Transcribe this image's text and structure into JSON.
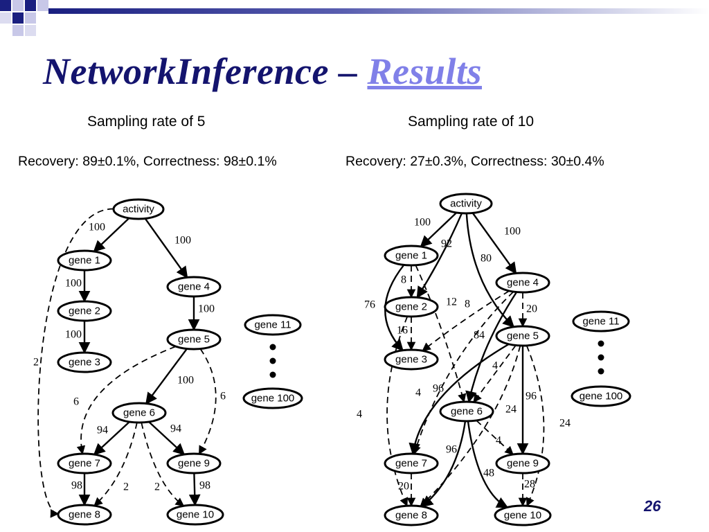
{
  "slide": {
    "title_main": "NetworkInference",
    "title_sep": " – ",
    "title_link": "Results",
    "page_number": "26"
  },
  "left_panel": {
    "subtitle": "Sampling rate of 5",
    "stats": "Recovery: 89±0.1%, Correctness: 98±0.1%",
    "nodes": {
      "activity": "activity",
      "gene1": "gene 1",
      "gene2": "gene 2",
      "gene3": "gene 3",
      "gene4": "gene 4",
      "gene5": "gene 5",
      "gene6": "gene 6",
      "gene7": "gene 7",
      "gene8": "gene 8",
      "gene9": "gene 9",
      "gene10": "gene 10",
      "gene11": "gene 11",
      "gene100": "gene 100"
    },
    "edges": [
      {
        "from": "activity",
        "to": "gene1",
        "label": "100",
        "style": "solid"
      },
      {
        "from": "activity",
        "to": "gene4",
        "label": "100",
        "style": "solid"
      },
      {
        "from": "gene1",
        "to": "gene2",
        "label": "100",
        "style": "solid"
      },
      {
        "from": "gene2",
        "to": "gene3",
        "label": "100",
        "style": "solid"
      },
      {
        "from": "gene4",
        "to": "gene5",
        "label": "100",
        "style": "solid"
      },
      {
        "from": "gene5",
        "to": "gene6",
        "label": "100",
        "style": "solid"
      },
      {
        "from": "gene6",
        "to": "gene7",
        "label": "94",
        "style": "solid"
      },
      {
        "from": "gene6",
        "to": "gene9",
        "label": "94",
        "style": "solid"
      },
      {
        "from": "gene7",
        "to": "gene8",
        "label": "98",
        "style": "solid"
      },
      {
        "from": "gene9",
        "to": "gene10",
        "label": "98",
        "style": "solid"
      },
      {
        "from": "activity",
        "to": "gene8",
        "label": "2",
        "style": "dashed"
      },
      {
        "from": "gene5",
        "to": "gene7",
        "label": "6",
        "style": "dashed"
      },
      {
        "from": "gene5",
        "to": "gene9",
        "label": "6",
        "style": "dashed"
      },
      {
        "from": "gene6",
        "to": "gene8",
        "label": "2",
        "style": "dashed"
      },
      {
        "from": "gene6",
        "to": "gene10",
        "label": "2",
        "style": "dashed"
      }
    ]
  },
  "right_panel": {
    "subtitle": "Sampling rate of 10",
    "stats": "Recovery: 27±0.3%, Correctness: 30±0.4%",
    "nodes": {
      "activity": "activity",
      "gene1": "gene 1",
      "gene2": "gene 2",
      "gene3": "gene 3",
      "gene4": "gene 4",
      "gene5": "gene 5",
      "gene6": "gene 6",
      "gene7": "gene 7",
      "gene8": "gene 8",
      "gene9": "gene 9",
      "gene10": "gene 10",
      "gene11": "gene 11",
      "gene100": "gene 100"
    },
    "edges": [
      {
        "from": "activity",
        "to": "gene1",
        "label": "100",
        "style": "solid"
      },
      {
        "from": "activity",
        "to": "gene2",
        "label": "92",
        "style": "solid"
      },
      {
        "from": "activity",
        "to": "gene5",
        "label": "80",
        "style": "solid"
      },
      {
        "from": "activity",
        "to": "gene4",
        "label": "100",
        "style": "solid"
      },
      {
        "from": "gene1",
        "to": "gene3",
        "label": "76",
        "style": "solid"
      },
      {
        "from": "gene4",
        "to": "gene6",
        "label": "84",
        "style": "solid"
      },
      {
        "from": "gene5",
        "to": "gene7",
        "label": "96",
        "style": "solid"
      },
      {
        "from": "gene5",
        "to": "gene9",
        "label": "96",
        "style": "solid"
      },
      {
        "from": "gene6",
        "to": "gene8",
        "label": "96",
        "style": "solid"
      },
      {
        "from": "gene6",
        "to": "gene10",
        "label": "48",
        "style": "solid"
      },
      {
        "from": "gene1",
        "to": "gene2",
        "label": "8",
        "style": "dashed"
      },
      {
        "from": "gene2",
        "to": "gene3",
        "label": "16",
        "style": "dashed"
      },
      {
        "from": "gene1",
        "to": "gene6",
        "label": "12",
        "style": "dashed"
      },
      {
        "from": "gene4",
        "to": "gene3",
        "label": "8",
        "style": "dashed"
      },
      {
        "from": "gene4",
        "to": "gene5",
        "label": "20",
        "style": "dashed"
      },
      {
        "from": "gene4",
        "to": "gene7",
        "label": "4",
        "style": "dashed"
      },
      {
        "from": "gene2",
        "to": "gene8",
        "label": "4",
        "style": "dashed"
      },
      {
        "from": "gene5",
        "to": "gene6",
        "label": "4",
        "style": "dashed"
      },
      {
        "from": "gene5",
        "to": "gene8",
        "label": "24",
        "style": "dashed"
      },
      {
        "from": "gene5",
        "to": "gene10",
        "label": "24",
        "style": "dashed"
      },
      {
        "from": "gene6",
        "to": "gene9",
        "label": "4",
        "style": "dashed"
      },
      {
        "from": "gene7",
        "to": "gene8",
        "label": "20",
        "style": "dashed"
      },
      {
        "from": "gene9",
        "to": "gene10",
        "label": "28",
        "style": "dashed"
      }
    ]
  }
}
